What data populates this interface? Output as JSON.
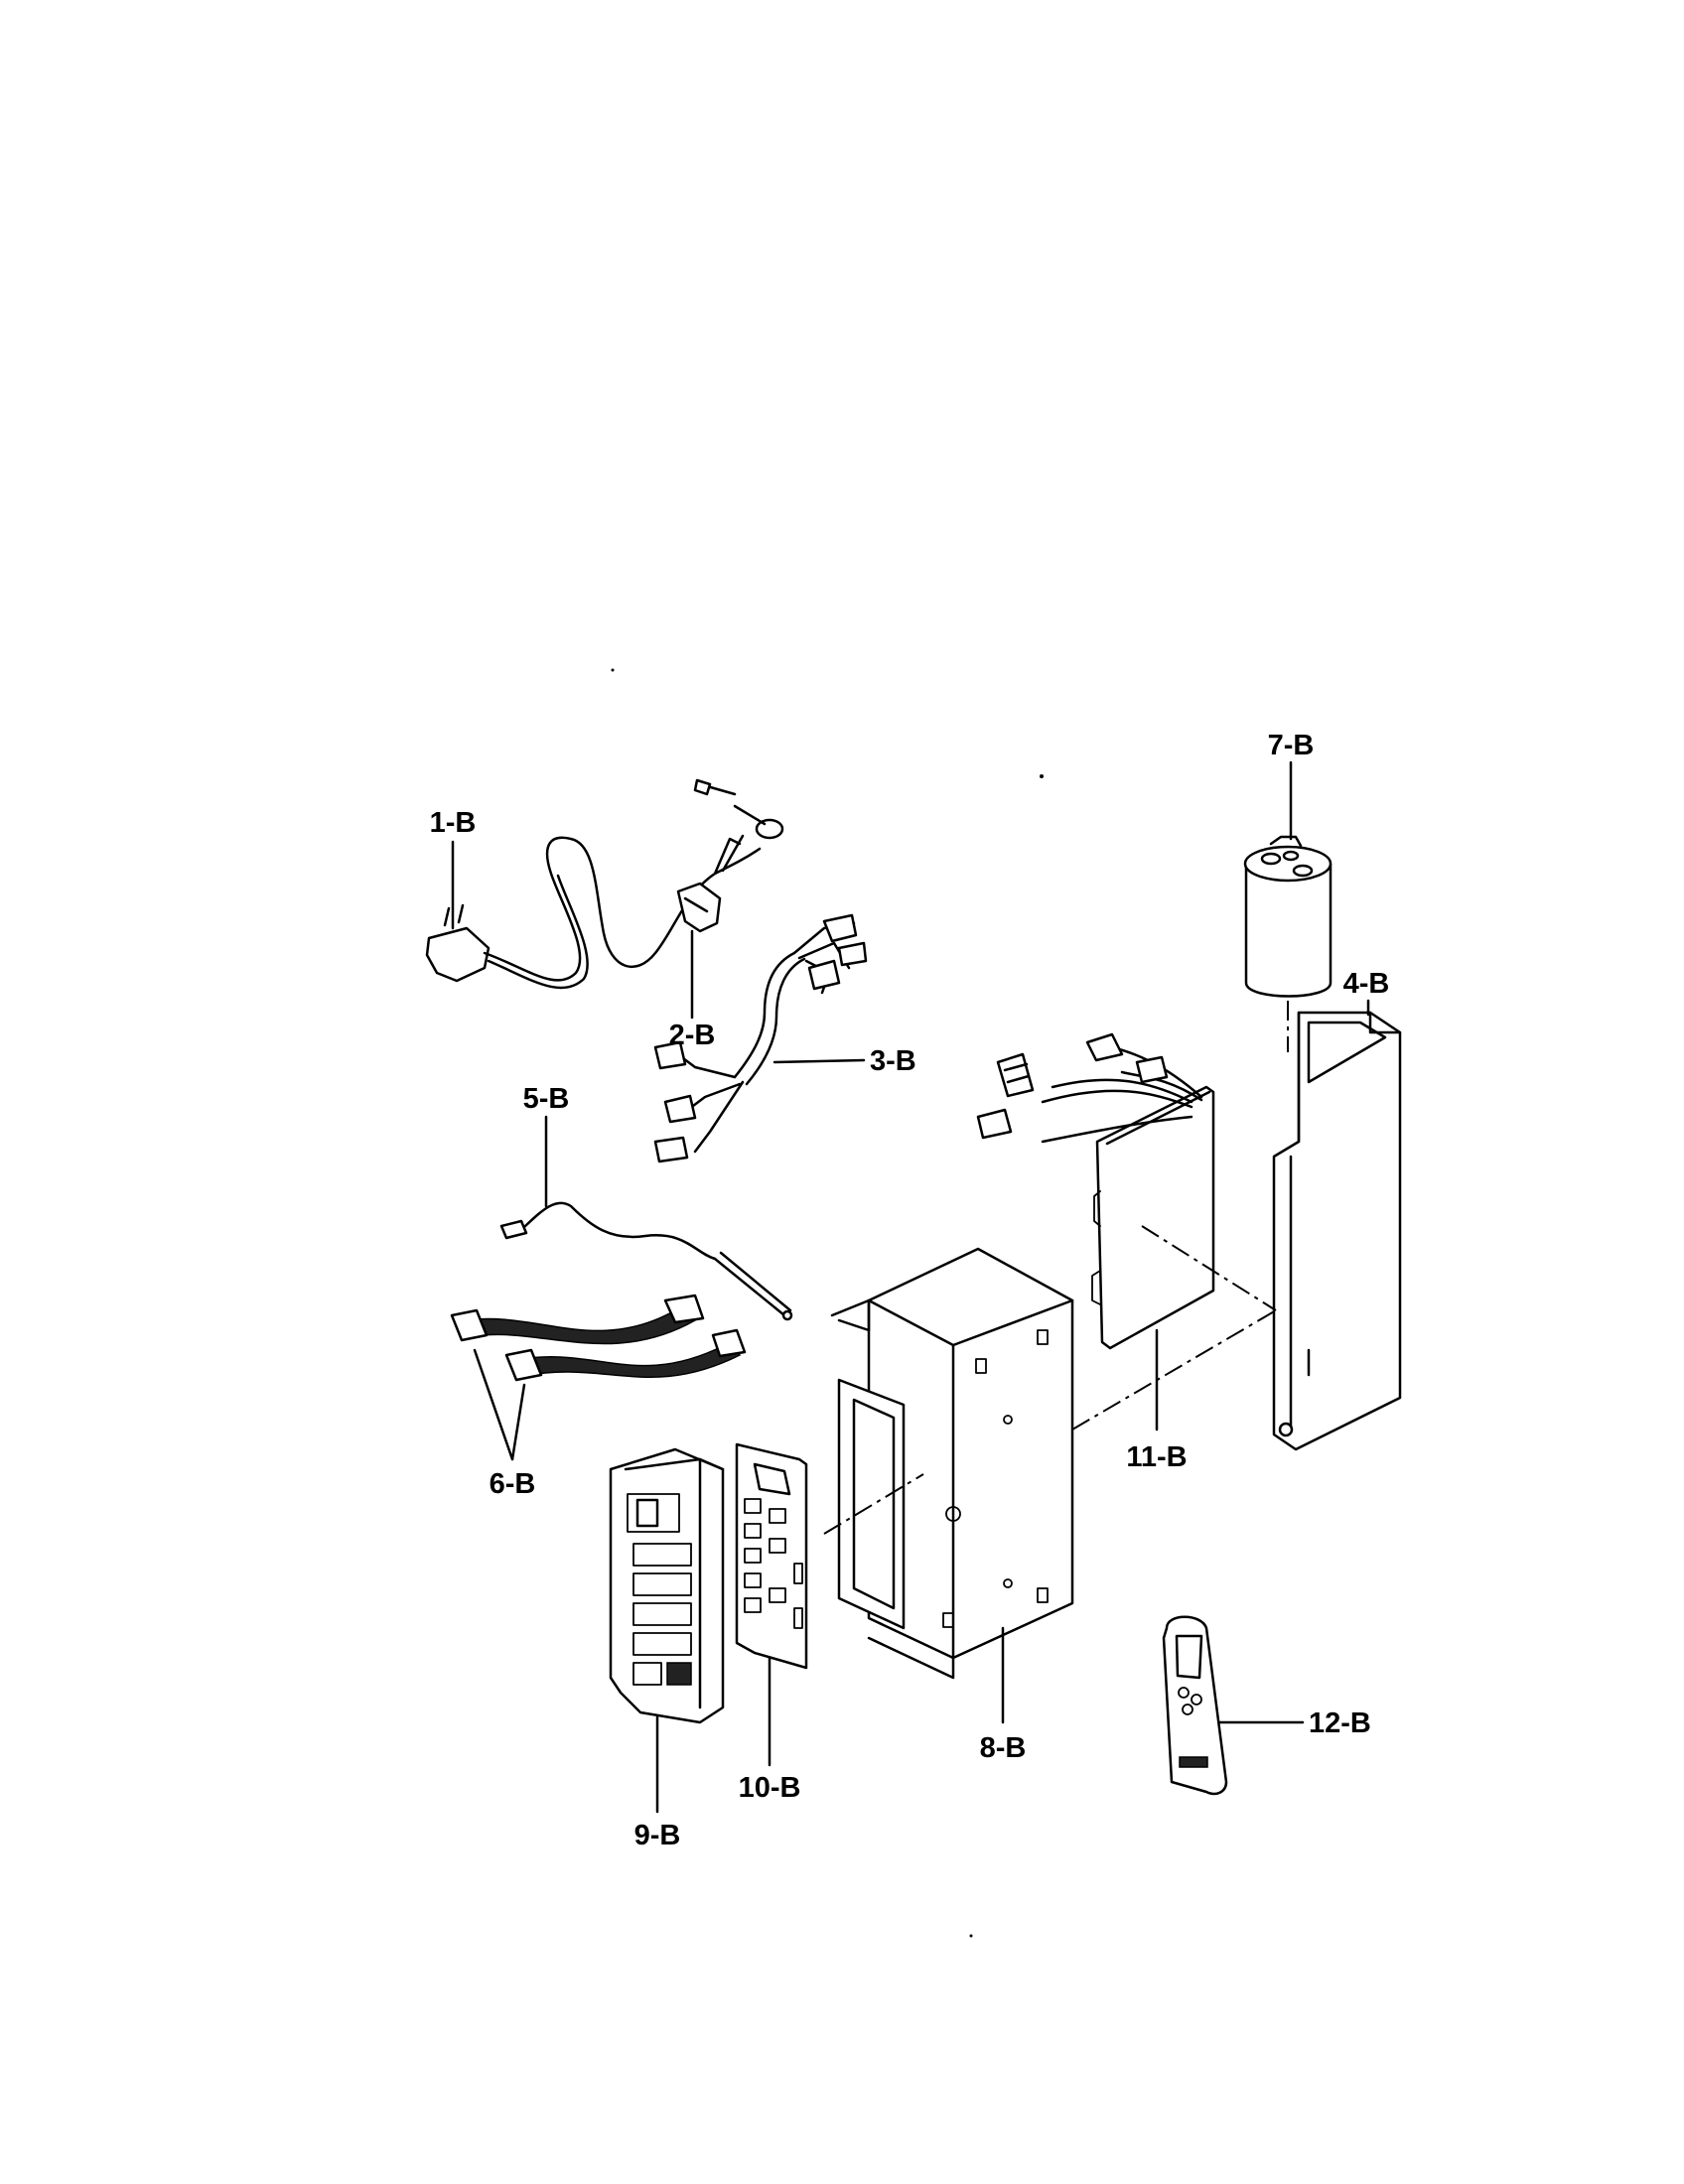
{
  "parts": [
    {
      "id": "power-cord",
      "label": "1-B"
    },
    {
      "id": "cord-clamp",
      "label": "2-B"
    },
    {
      "id": "wire-harness",
      "label": "3-B"
    },
    {
      "id": "fan-capacitor-bracket",
      "label": "4-B"
    },
    {
      "id": "sensor-thermistor",
      "label": "5-B"
    },
    {
      "id": "ribbon-cables",
      "label": "6-B"
    },
    {
      "id": "capacitor",
      "label": "7-B"
    },
    {
      "id": "control-box",
      "label": "8-B"
    },
    {
      "id": "control-panel-cover",
      "label": "9-B"
    },
    {
      "id": "display-pcb",
      "label": "10-B"
    },
    {
      "id": "main-pcb",
      "label": "11-B"
    },
    {
      "id": "remote-control",
      "label": "12-B"
    }
  ]
}
